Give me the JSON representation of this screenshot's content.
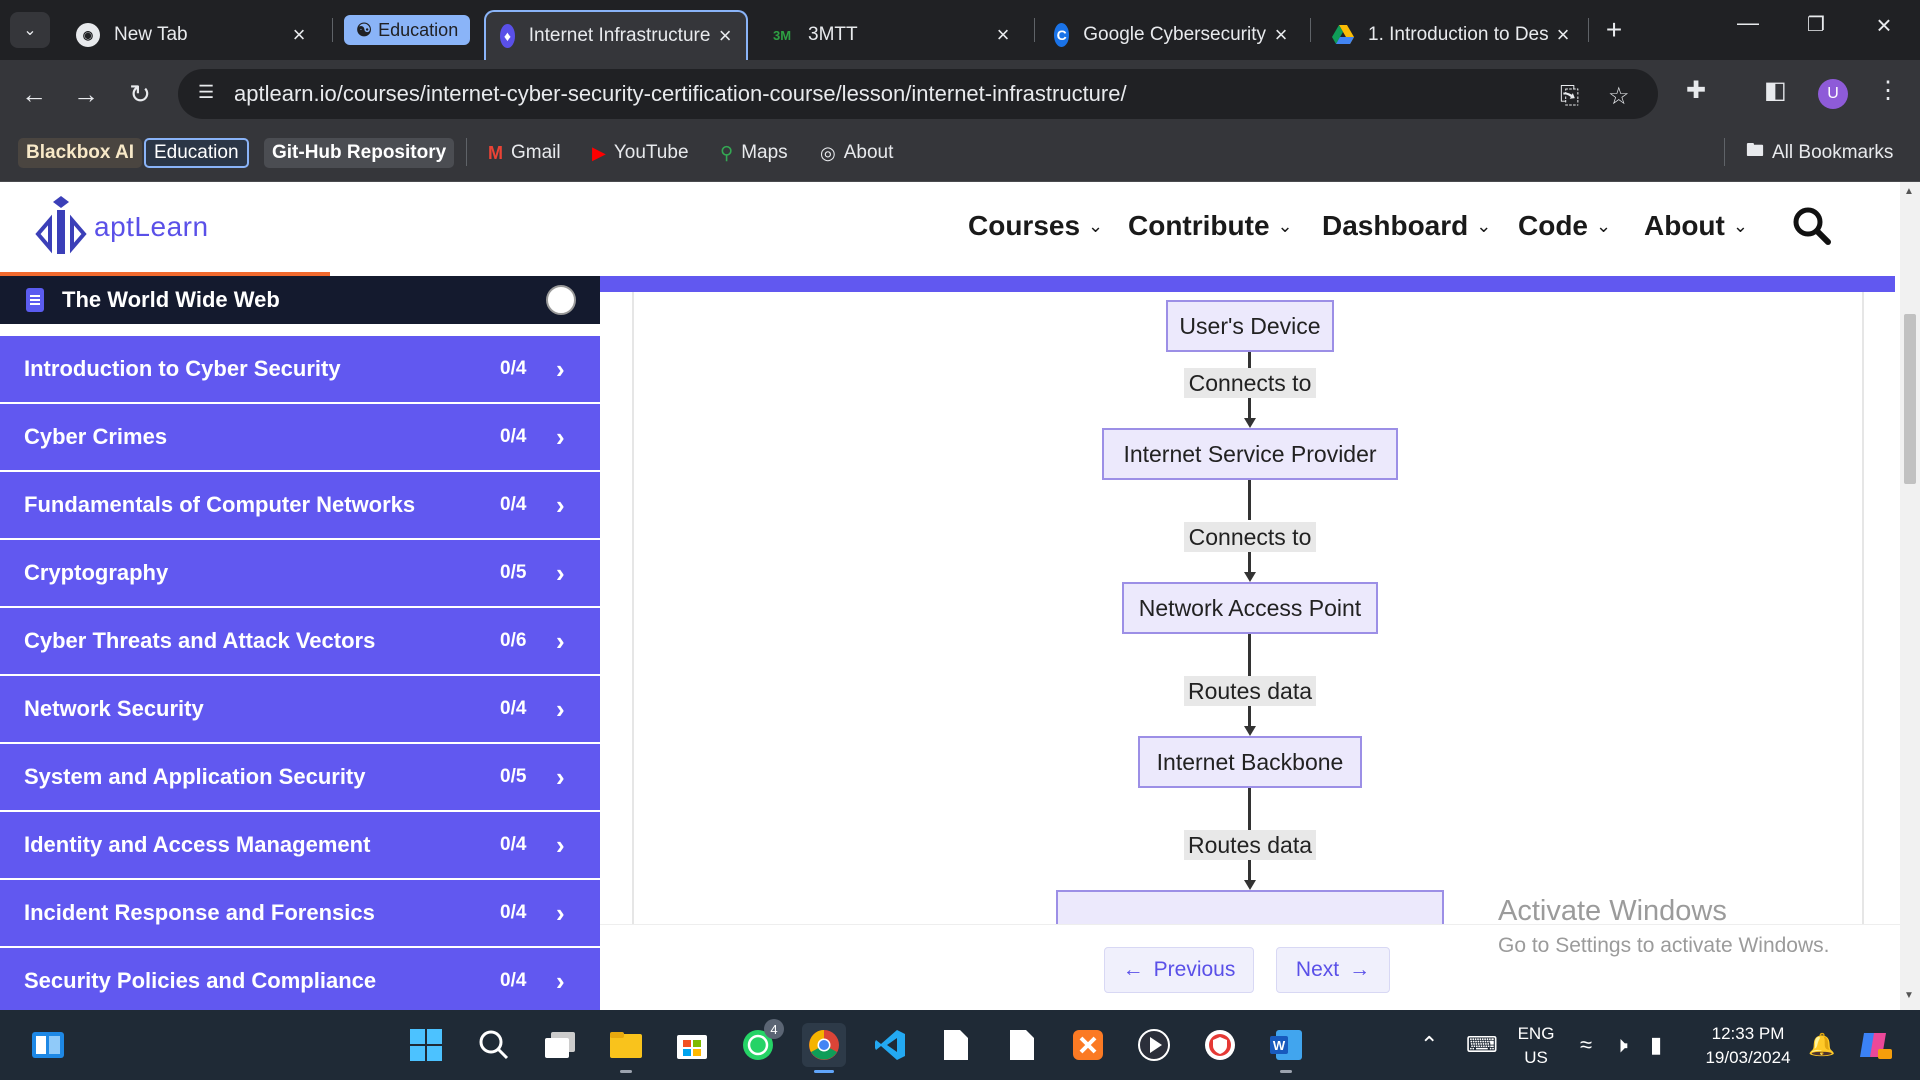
{
  "browser": {
    "tabs": [
      {
        "title": "New Tab",
        "favicon": "chrome-icon"
      },
      {
        "title": "Internet Infrastructure",
        "favicon": "aptlearn-icon",
        "active": true
      },
      {
        "title": "3MTT",
        "favicon": "3mtt-icon"
      },
      {
        "title": "Google Cybersecurity",
        "favicon": "coursera-icon"
      },
      {
        "title": "1. Introduction to Des",
        "favicon": "google-drive-icon"
      }
    ],
    "tab_group_label": "Education",
    "url": "aptlearn.io/courses/internet-cyber-security-certification-course/lesson/internet-infrastructure/",
    "profile_initial": "U",
    "bookmarks": [
      {
        "label": "Blackbox AI"
      },
      {
        "label": "Education"
      },
      {
        "label": "Git-Hub Repository"
      },
      {
        "label": "Gmail"
      },
      {
        "label": "YouTube"
      },
      {
        "label": "Maps"
      },
      {
        "label": "About"
      }
    ],
    "all_bookmarks_label": "All Bookmarks"
  },
  "site": {
    "logo_text": "aptLearn",
    "nav": [
      "Courses",
      "Contribute",
      "Dashboard",
      "Code",
      "About"
    ]
  },
  "sidebar": {
    "current_lesson": "The World Wide Web",
    "modules": [
      {
        "title": "Introduction to Cyber Security",
        "progress": "0/4"
      },
      {
        "title": "Cyber Crimes",
        "progress": "0/4"
      },
      {
        "title": "Fundamentals of Computer Networks",
        "progress": "0/4"
      },
      {
        "title": "Cryptography",
        "progress": "0/5"
      },
      {
        "title": "Cyber Threats and Attack Vectors",
        "progress": "0/6"
      },
      {
        "title": "Network Security",
        "progress": "0/4"
      },
      {
        "title": "System and Application Security",
        "progress": "0/5"
      },
      {
        "title": "Identity and Access Management",
        "progress": "0/4"
      },
      {
        "title": "Incident Response and Forensics",
        "progress": "0/4"
      },
      {
        "title": "Security Policies and Compliance",
        "progress": "0/4"
      }
    ]
  },
  "diagram": {
    "nodes": [
      "User's Device",
      "Internet Service Provider",
      "Network Access Point",
      "Internet Backbone"
    ],
    "edges": [
      "Connects to",
      "Connects to",
      "Routes data",
      "Routes data"
    ]
  },
  "pager": {
    "previous": "Previous",
    "next": "Next"
  },
  "watermark": {
    "title": "Activate Windows",
    "subtitle": "Go to Settings to activate Windows."
  },
  "taskbar": {
    "whatsapp_badge": "4",
    "language": "ENG",
    "region": "US",
    "time": "12:33 PM",
    "date": "19/03/2024"
  },
  "colors": {
    "accent": "#6158f0",
    "chrome_dark": "#202124",
    "toolbar": "#35363a",
    "node_fill": "#ece9fc",
    "node_border": "#9c8fe6"
  }
}
